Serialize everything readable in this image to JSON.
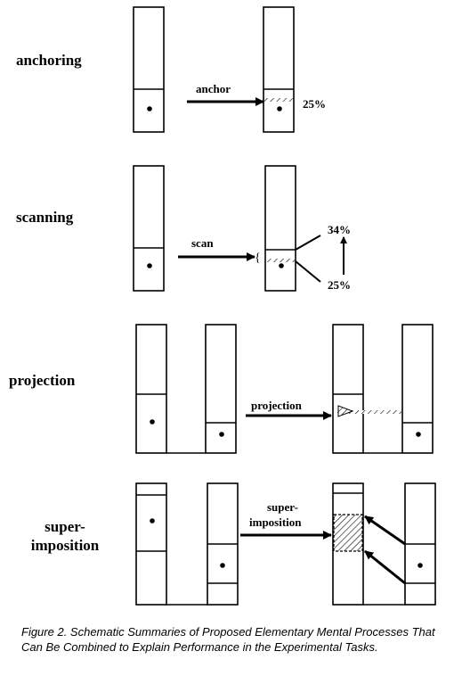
{
  "rows": [
    {
      "name": "anchoring",
      "label": "anchoring",
      "arrow_label": "anchor",
      "percent": "25%"
    },
    {
      "name": "scanning",
      "label": "scanning",
      "arrow_label": "scan",
      "percent_top": "34%",
      "percent_bottom": "25%",
      "brace": "{"
    },
    {
      "name": "projection",
      "label": "projection",
      "arrow_label": "projection"
    },
    {
      "name": "superimposition",
      "label_line1": "super-",
      "label_line2": "imposition",
      "arrow_label_line1": "super-",
      "arrow_label_line2": "imposition"
    }
  ],
  "caption": "Figure 2. Schematic Summaries of Proposed Elementary Mental Processes That Can Be Combined to Explain Performance in the Experimental Tasks."
}
